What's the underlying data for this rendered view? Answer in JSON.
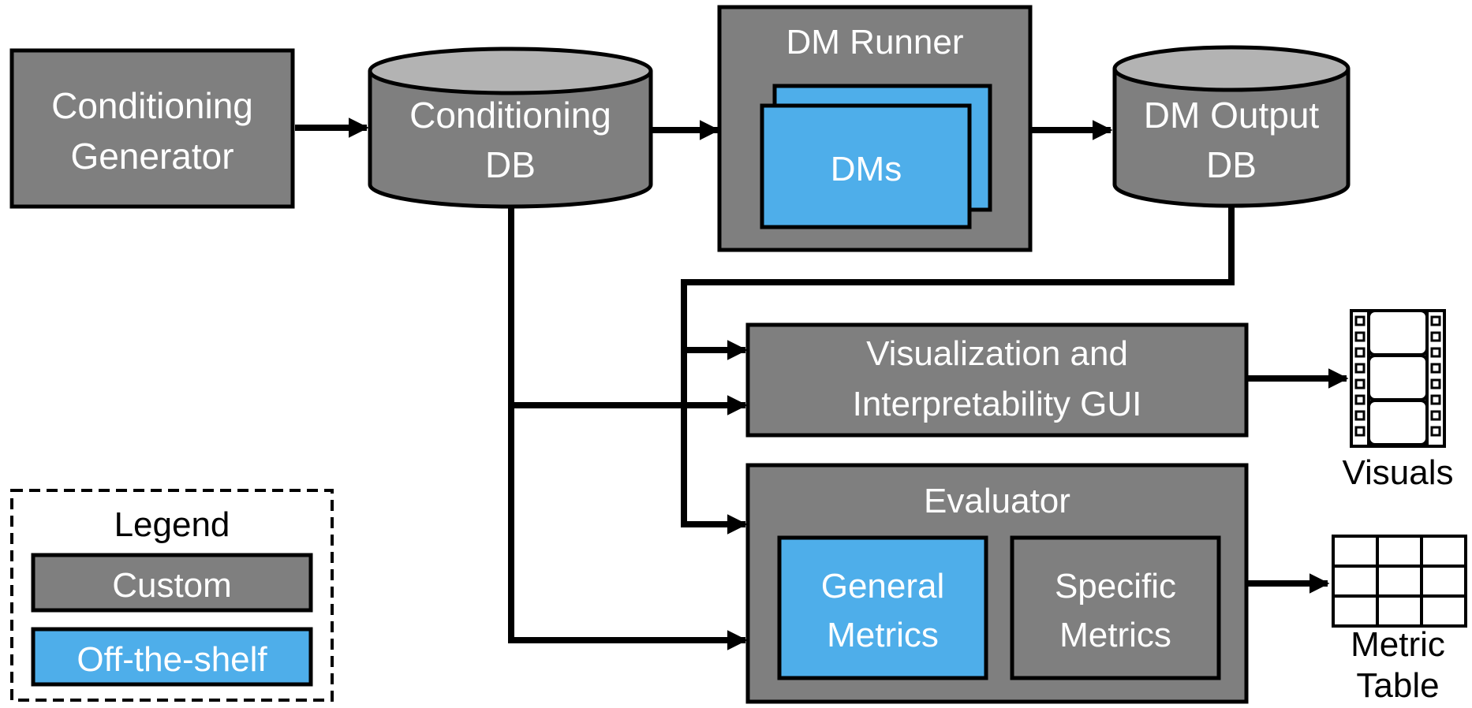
{
  "nodes": {
    "conditioning_generator": {
      "line1": "Conditioning",
      "line2": "Generator"
    },
    "conditioning_db": {
      "line1": "Conditioning",
      "line2": "DB"
    },
    "dm_runner": {
      "title": "DM Runner",
      "inner": "DMs"
    },
    "dm_output_db": {
      "line1": "DM Output",
      "line2": "DB"
    },
    "vis_gui": {
      "line1": "Visualization and",
      "line2": "Interpretability GUI"
    },
    "evaluator": {
      "title": "Evaluator",
      "general": {
        "line1": "General",
        "line2": "Metrics"
      },
      "specific": {
        "line1": "Specific",
        "line2": "Metrics"
      }
    }
  },
  "outputs": {
    "visuals": "Visuals",
    "metric_table": {
      "line1": "Metric",
      "line2": "Table"
    }
  },
  "legend": {
    "title": "Legend",
    "custom": "Custom",
    "off_the_shelf": "Off-the-shelf"
  },
  "colors": {
    "custom": "#7f7f7f",
    "off_the_shelf": "#4eaeea",
    "db_top": "#b3b3b3"
  }
}
